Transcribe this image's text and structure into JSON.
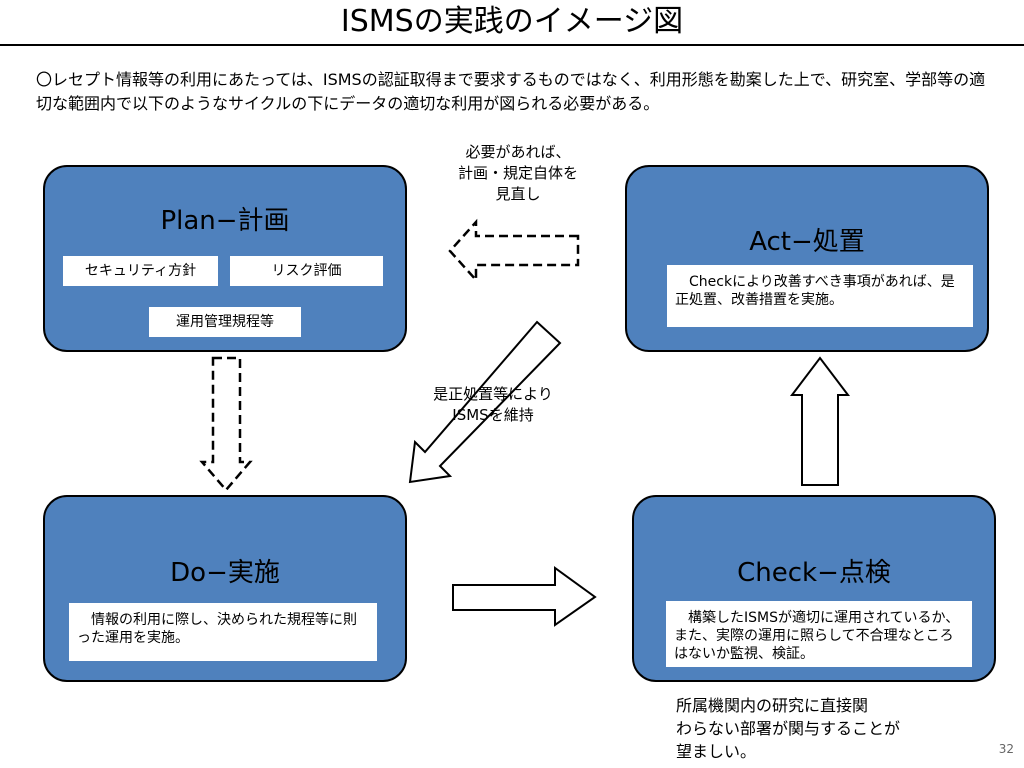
{
  "title": "ISMSの実践のイメージ図",
  "intro": "〇レセプト情報等の利用にあたっては、ISMSの認証取得まで要求するものではなく、利用形態を勘案した上で、研究室、学部等の適切な範囲内で以下のようなサイクルの下にデータの適切な利用が図られる必要がある。",
  "colors": {
    "box_fill": "#4f81bd",
    "text_box": "#ffffff",
    "outline": "#000000"
  },
  "plan": {
    "title": "Plan−計画",
    "items": [
      "セキュリティ方針",
      "リスク評価",
      "運用管理規程等"
    ]
  },
  "act": {
    "title": "Act−処置",
    "description": "Checkにより改善すべき事項があれば、是正処置、改善措置を実施。"
  },
  "do": {
    "title": "Do−実施",
    "description": "情報の利用に際し、決められた規程等に則った運用を実施。"
  },
  "check": {
    "title": "Check−点検",
    "description": "構築したISMSが適切に運用されているか、また、実際の運用に照らして不合理なところはないか監視、検証。"
  },
  "notes": {
    "review": [
      "必要があれば、",
      "計画・規定自体を",
      "見直し"
    ],
    "maintain": [
      "是正処置等により",
      "ISMSを維持"
    ]
  },
  "footer": [
    "所属機関内の研究に直接関",
    "わらない部署が関与することが",
    "望ましい。"
  ],
  "page_number": "32"
}
